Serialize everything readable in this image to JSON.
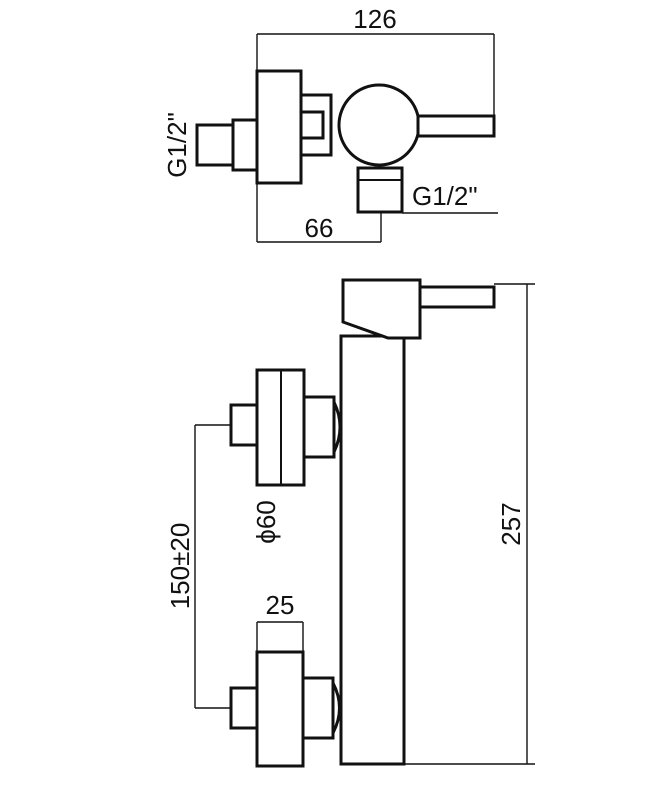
{
  "drawing": {
    "top_view": {
      "overall_width": "126",
      "inlet_offset": "66",
      "left_thread": "G1/2\"",
      "bottom_thread": "G1/2\""
    },
    "side_view": {
      "overall_height": "257",
      "inlet_spacing": "150±20",
      "escutcheon_diameter": "ϕ60",
      "escutcheon_depth": "25"
    }
  }
}
